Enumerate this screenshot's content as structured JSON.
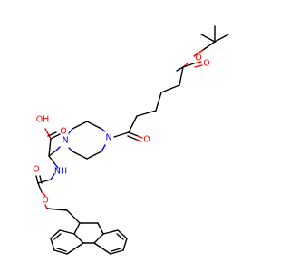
{
  "colors": {
    "bond": "#000000",
    "oxygen": "#ff0000",
    "nitrogen": "#0000ff",
    "background": "#ffffff"
  },
  "labels": {
    "ester_o_single": "O",
    "ester_o_double": "O",
    "ketone_o": "O",
    "piperazine_n_top": "N",
    "piperazine_n_bottom": "N",
    "acid_oh": "OH",
    "acid_o": "O",
    "carbamate_nh": "NH",
    "carbamate_o_double": "O",
    "carbamate_o_single": "O"
  }
}
